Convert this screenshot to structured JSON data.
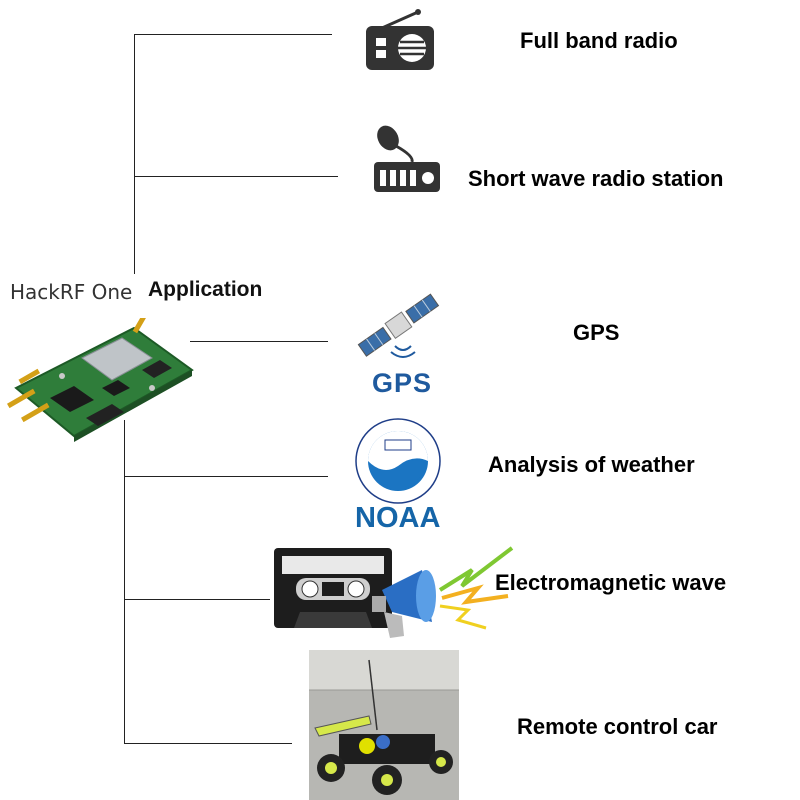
{
  "header": {
    "device_name": "HackRF One",
    "section_title": "Application"
  },
  "applications": [
    {
      "label": "Full band radio",
      "icon": "radio-icon"
    },
    {
      "label": "Short wave radio station",
      "icon": "transceiver-icon"
    },
    {
      "label": "GPS",
      "icon": "satellite-icon",
      "icon_text": "GPS"
    },
    {
      "label": "Analysis of weather",
      "icon": "noaa-logo",
      "icon_text": "NOAA"
    },
    {
      "label": "Electromagnetic wave",
      "icon": "cassette-megaphone-icon"
    },
    {
      "label": "Remote control car",
      "icon": "rc-car-photo"
    }
  ],
  "colors": {
    "line": "#222222",
    "gps_blue": "#1f5a9e",
    "noaa_blue": "#1565a8",
    "board_green": "#2f7d3a"
  }
}
